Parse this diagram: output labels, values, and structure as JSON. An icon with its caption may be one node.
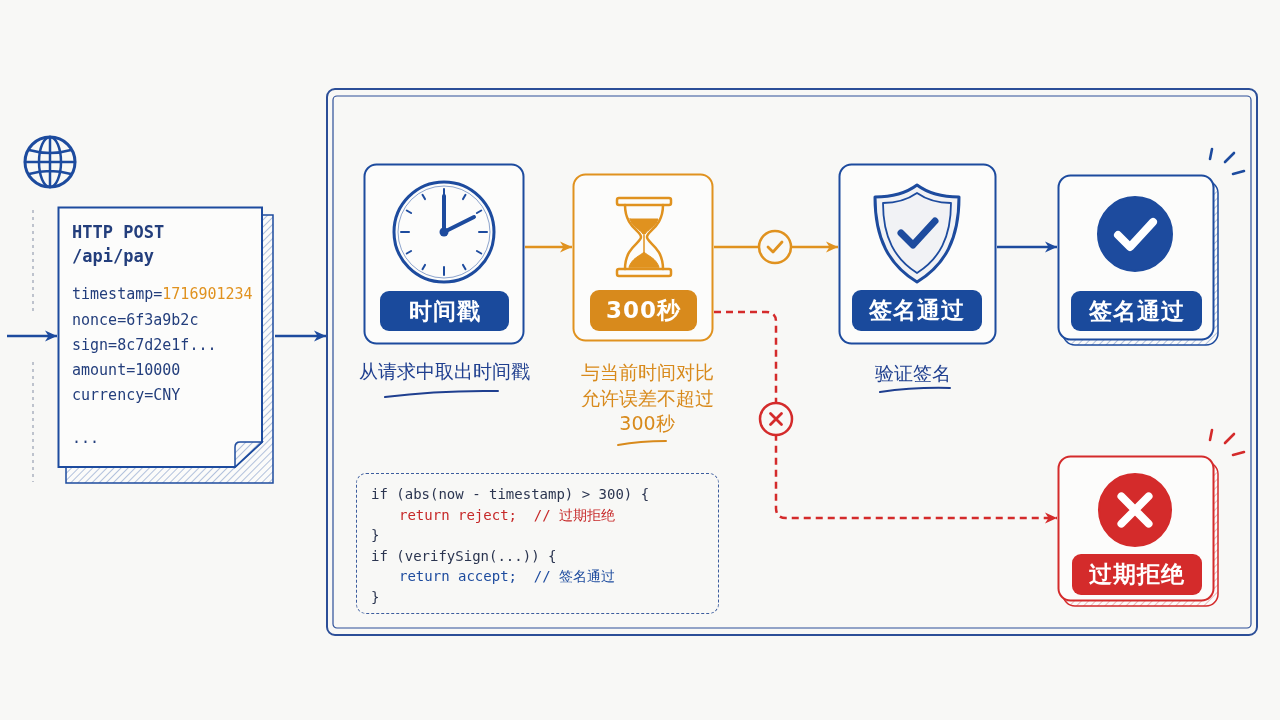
{
  "diagram": {
    "nodes": [
      {
        "text": [
          "HTTP POST /api/pay",
          "timestamp=1716901234",
          "nonce=6f3a9b2c",
          "sign=8c7d2e1f...",
          "amount=10000",
          "currency=CNY",
          "..."
        ]
      },
      {
        "text": [],
        "shape": "box"
      },
      {
        "text": [
          "时间戳"
        ],
        "in": 1,
        "beside": [
          "从请求中取出时间戳"
        ]
      },
      {
        "text": [
          "300秒"
        ],
        "in": 1,
        "beside": [
          "与当前时间对比允许误差不超过300秒"
        ]
      },
      {
        "text": [
          "签名通过"
        ],
        "in": 1,
        "beside": [
          "验证签名"
        ]
      },
      {
        "text": [
          "签名通过"
        ],
        "in": 1
      },
      {
        "text": [
          "if (abs(now - timestamp) > 300) {",
          "return reject;  // 过期拒绝",
          "}",
          "if (verifySign(...)) {",
          "return accept;  // 签名通过",
          "}"
        ],
        "in": 1
      },
      {
        "text": [
          "过期拒绝"
        ],
        "in": 1
      }
    ],
    "edges": [
      {
        "from": null,
        "to": 0,
        "arrow": "to"
      },
      {
        "from": 0,
        "to": 1,
        "arrow": "to"
      },
      {
        "from": 2,
        "to": 3,
        "arrow": "to",
        "color": "#e0921f"
      },
      {
        "from": 3,
        "to": 4,
        "arrow": "to",
        "color": "#e0921f"
      },
      {
        "from": 4,
        "to": 5,
        "arrow": "to"
      },
      {
        "from": 3,
        "to": 7,
        "arrow": "to",
        "style": "dashed",
        "color": "#d42b2b"
      }
    ]
  }
}
